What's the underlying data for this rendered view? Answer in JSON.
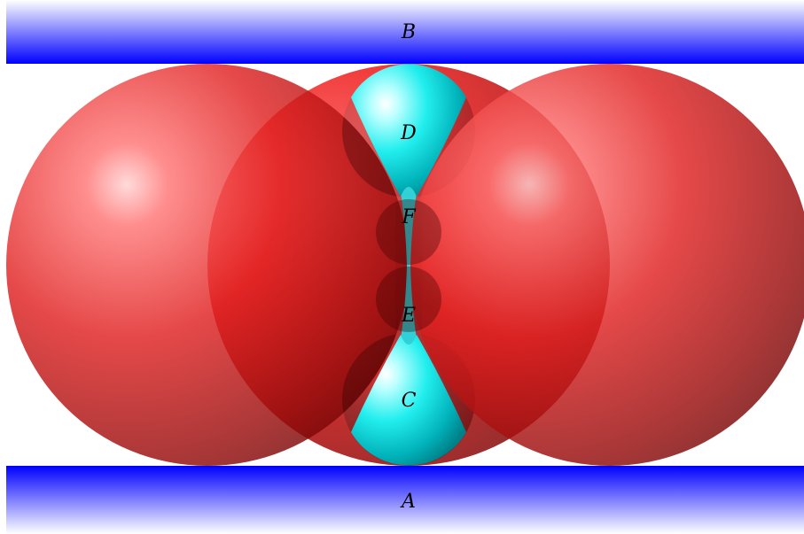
{
  "diagram": {
    "labels": {
      "a": "A",
      "b": "B",
      "c": "C",
      "d": "D",
      "e": "E",
      "f": "F"
    },
    "colors": {
      "plate_blue": "#0000ff",
      "plate_fade": "#ffffff",
      "large_sphere_red": "#cc0000",
      "small_sphere_cyan": "#00e5ee",
      "background": "#ffffff"
    }
  }
}
